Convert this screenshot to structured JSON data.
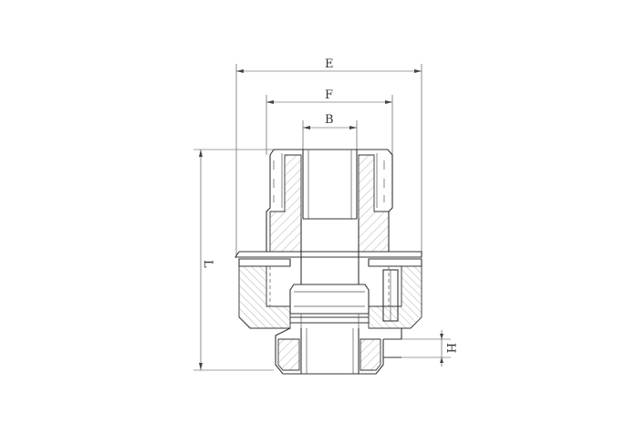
{
  "dimensions": {
    "E": "E",
    "F": "F",
    "B": "B",
    "L": "L",
    "H": "H"
  },
  "colors": {
    "line": "#333333",
    "background": "#ffffff"
  }
}
